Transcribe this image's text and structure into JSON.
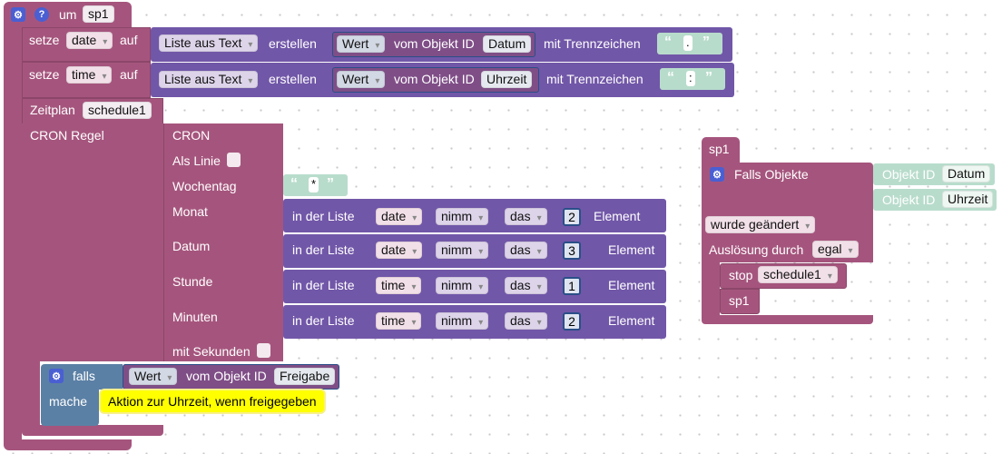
{
  "colors": {
    "procedure": "#a5557d",
    "list": "#7157a8",
    "object": "#a5557d",
    "string": "#b8dccc",
    "logic": "#5b80a5",
    "comment": "#ffff00"
  },
  "main_block": {
    "header": {
      "prefix": "um",
      "name": "sp1"
    },
    "set_date": {
      "set": "setze",
      "var": "date",
      "to": "auf",
      "list_op": "Liste aus Text",
      "create": "erstellen",
      "value": "Wert",
      "from_obj": "vom Objekt ID",
      "obj_id": "Datum",
      "with_sep": "mit Trennzeichen",
      "sep": "."
    },
    "set_time": {
      "set": "setze",
      "var": "time",
      "to": "auf",
      "list_op": "Liste aus Text",
      "create": "erstellen",
      "value": "Wert",
      "from_obj": "vom Objekt ID",
      "obj_id": "Uhrzeit",
      "with_sep": "mit Trennzeichen",
      "sep": ":"
    },
    "schedule": {
      "label": "Zeitplan",
      "name": "schedule1",
      "cron_rule": "CRON Regel"
    },
    "cron": {
      "title": "CRON",
      "as_line": "Als Linie",
      "weekday": "Wochentag",
      "weekday_value": "*",
      "month": "Monat",
      "day": "Datum",
      "hour": "Stunde",
      "minutes": "Minuten",
      "with_seconds": "mit Sekunden"
    },
    "list_rows": [
      {
        "in_list": "in der Liste",
        "var": "date",
        "take": "nimm",
        "which": "das",
        "index": "2",
        "element": "Element"
      },
      {
        "in_list": "in der Liste",
        "var": "date",
        "take": "nimm",
        "which": "das",
        "index": "3",
        "element": "Element"
      },
      {
        "in_list": "in der Liste",
        "var": "time",
        "take": "nimm",
        "which": "das",
        "index": "1",
        "element": "Element"
      },
      {
        "in_list": "in der Liste",
        "var": "time",
        "take": "nimm",
        "which": "das",
        "index": "2",
        "element": "Element"
      }
    ],
    "if_block": {
      "if": "falls",
      "value": "Wert",
      "from_obj": "vom Objekt ID",
      "obj_id": "Freigabe",
      "do": "mache",
      "comment": "Aktion zur Uhrzeit, wenn freigegeben"
    }
  },
  "trigger_block": {
    "header": "sp1",
    "if_objects": "Falls Objekte",
    "obj_label_1": "Objekt ID",
    "obj_id_1": "Datum",
    "obj_label_2": "Objekt ID",
    "obj_id_2": "Uhrzeit",
    "changed": "wurde geändert",
    "triggered_by": "Auslösung durch",
    "trigger_value": "egal",
    "stop": "stop",
    "stop_target": "schedule1",
    "call": "sp1"
  }
}
